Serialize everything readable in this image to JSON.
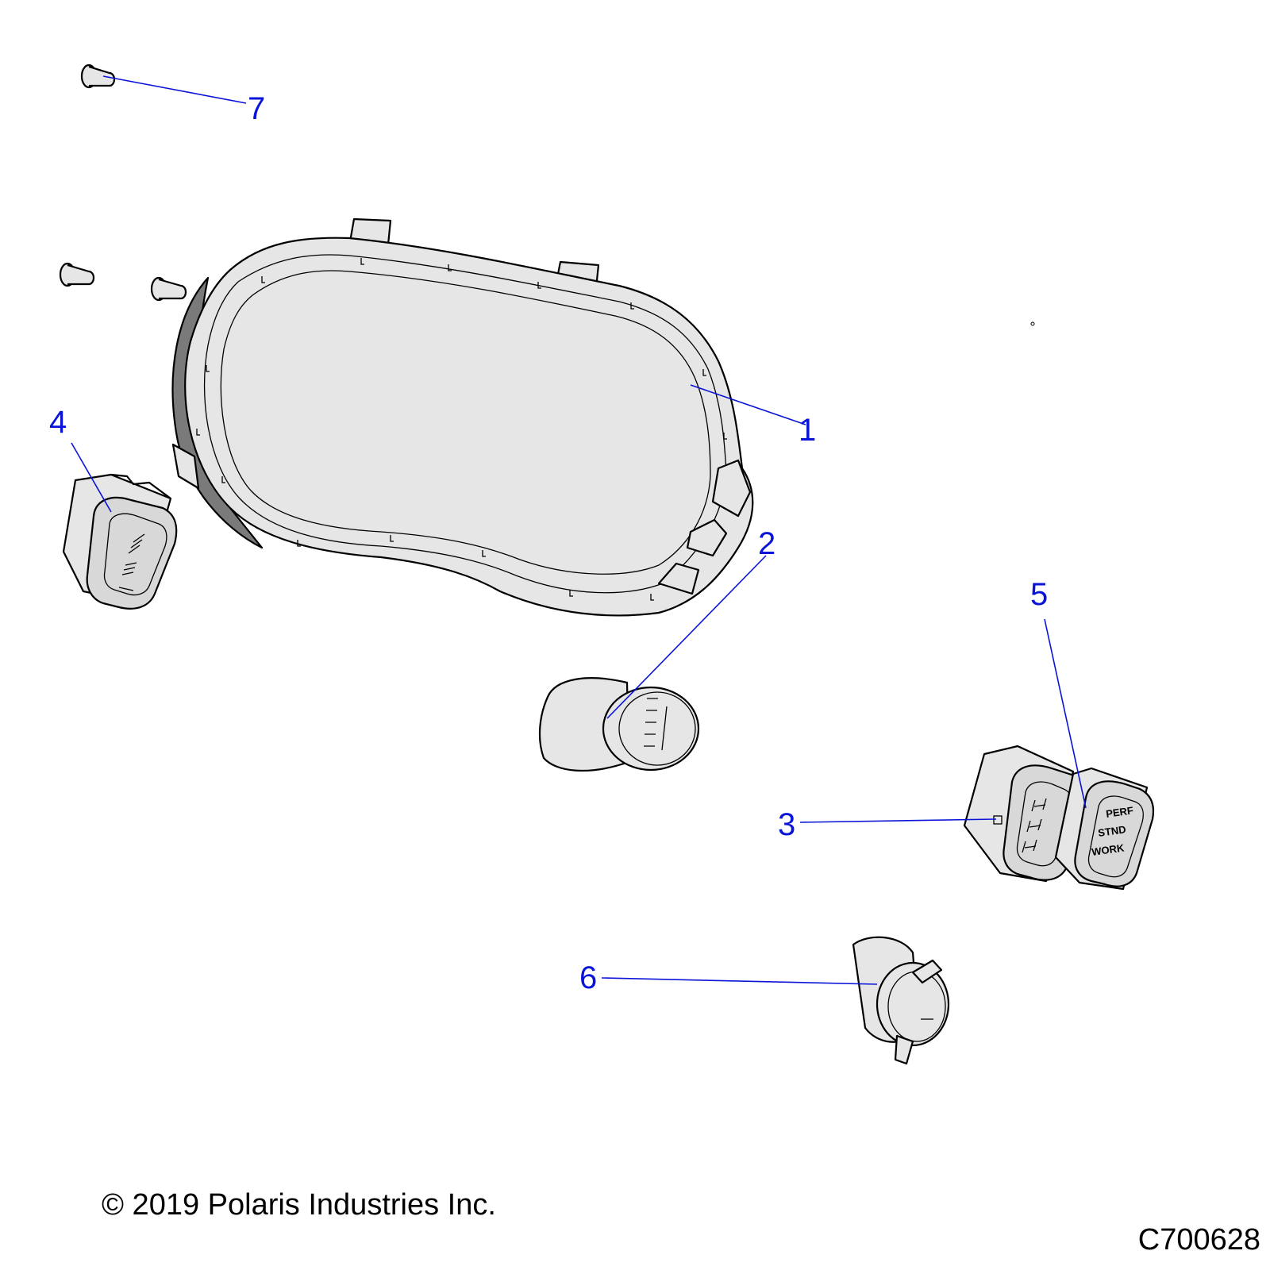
{
  "colors": {
    "callout": "#0a14d8",
    "part_fill": "#e6e6e6",
    "part_face": "#d8d8d8",
    "outline": "#000000"
  },
  "callouts": [
    {
      "label": "1",
      "part": "instrument-cluster"
    },
    {
      "label": "2",
      "part": "ignition-switch"
    },
    {
      "label": "3",
      "part": "drive-mode-switch"
    },
    {
      "label": "4",
      "part": "light-switch"
    },
    {
      "label": "5",
      "part": "performance-mode-switch"
    },
    {
      "label": "6",
      "part": "power-outlet"
    },
    {
      "label": "7",
      "part": "screw"
    }
  ],
  "switch_labels": {
    "mode_1": "PERF",
    "mode_2": "STND",
    "mode_3": "WORK"
  },
  "footer": {
    "copyright": "© 2019 Polaris Industries Inc.",
    "drawing_number": "C700628"
  }
}
